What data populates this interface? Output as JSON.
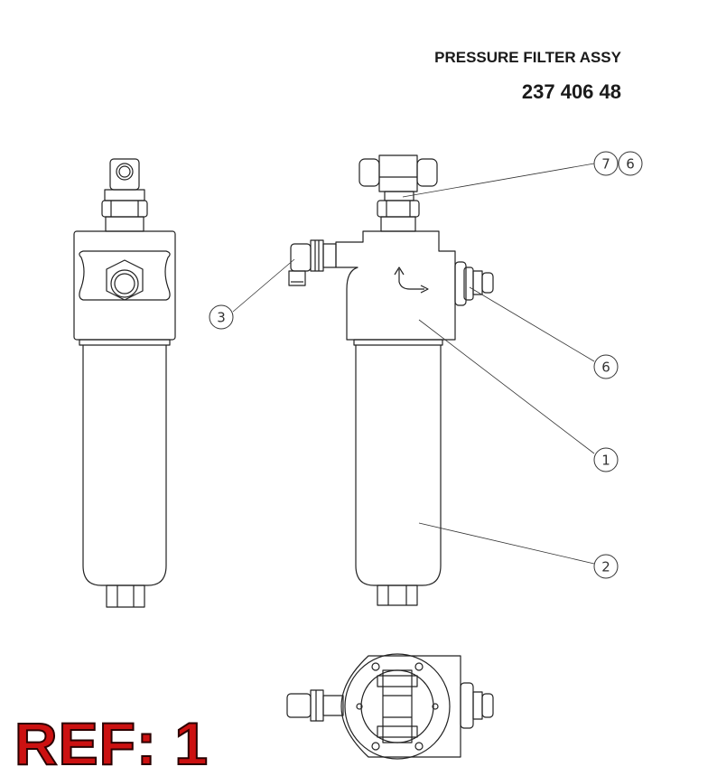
{
  "header": {
    "title": "PRESSURE FILTER ASSY",
    "part_number": "237 406 48"
  },
  "reference": {
    "label": "REF: 1",
    "color": "#cc1111"
  },
  "callouts": {
    "c76a": "7",
    "c76b": "6",
    "c3": "3",
    "c6": "6",
    "c1": "1",
    "c2": "2"
  }
}
